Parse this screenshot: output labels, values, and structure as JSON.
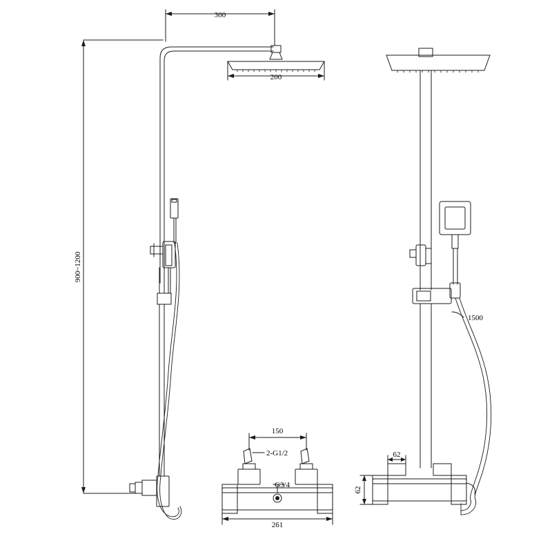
{
  "drawing": {
    "title": "shower-column-technical-drawing",
    "background_color": "#ffffff",
    "line_color": "#1a1a1a",
    "fill_color": "#ffffff",
    "labels": {
      "top_reach": "300",
      "head_width": "200",
      "height_range": "900~1200",
      "hose_length": "1500",
      "mixer_spacing": "150",
      "inlet_thread": "2-G1/2",
      "outlet_thread": "G3/4",
      "mixer_body_width": "261",
      "side_depth": "62",
      "side_height": "62"
    }
  }
}
